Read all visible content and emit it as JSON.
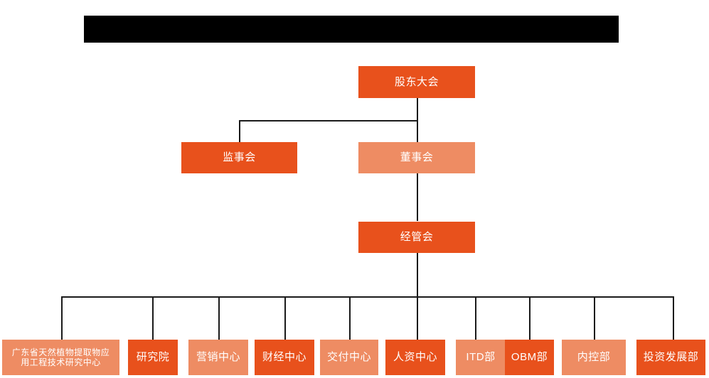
{
  "chart": {
    "type": "org-chart",
    "title_bar": {
      "label": "",
      "color": "#000000"
    },
    "colors": {
      "dark_orange": "#E8511C",
      "light_orange": "#EE8C63",
      "connector": "#1a1a1a",
      "background": "#FFFFFF",
      "text": "#FFFFFF"
    },
    "levels": [
      {
        "level": 1,
        "nodes": [
          {
            "id": "shareholders",
            "label": "股东大会",
            "shade": "dark"
          }
        ]
      },
      {
        "level": 2,
        "nodes": [
          {
            "id": "supervisors",
            "label": "监事会",
            "shade": "dark"
          },
          {
            "id": "directors",
            "label": "董事会",
            "shade": "light"
          }
        ]
      },
      {
        "level": 3,
        "nodes": [
          {
            "id": "management",
            "label": "经管会",
            "shade": "dark"
          }
        ]
      },
      {
        "level": 4,
        "nodes": [
          {
            "id": "eng-center",
            "label": "广东省天然植物提取物应\n用工程技术研究中心",
            "shade": "light"
          },
          {
            "id": "research-institute",
            "label": "研究院",
            "shade": "dark"
          },
          {
            "id": "marketing-center",
            "label": "营销中心",
            "shade": "light"
          },
          {
            "id": "finance-center",
            "label": "财经中心",
            "shade": "dark"
          },
          {
            "id": "delivery-center",
            "label": "交付中心",
            "shade": "light"
          },
          {
            "id": "hr-center",
            "label": "人资中心",
            "shade": "dark"
          },
          {
            "id": "itd-dept",
            "label": "ITD部",
            "shade": "light"
          },
          {
            "id": "obm-dept",
            "label": "OBM部",
            "shade": "dark"
          },
          {
            "id": "internal-control-dept",
            "label": "内控部",
            "shade": "light"
          },
          {
            "id": "investment-dev-dept",
            "label": "投资发展部",
            "shade": "dark"
          }
        ]
      }
    ]
  }
}
